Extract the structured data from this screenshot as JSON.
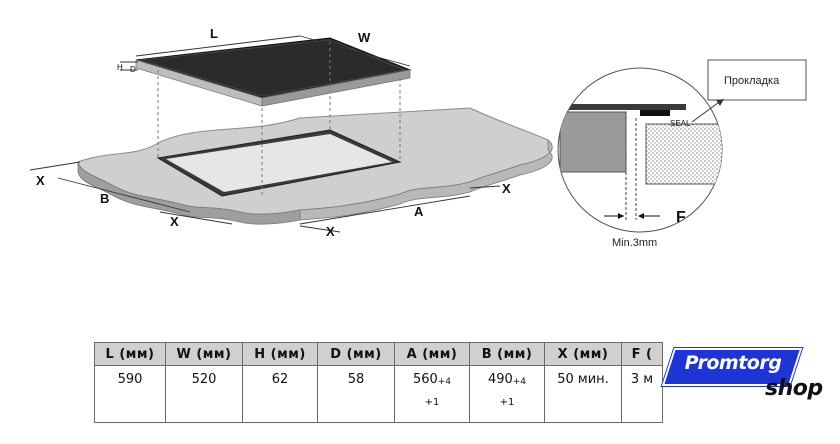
{
  "diagram": {
    "dim_labels": {
      "L": "L",
      "W": "W",
      "H": "H",
      "D": "D",
      "A": "A",
      "B": "B",
      "X": "X",
      "F": "F"
    },
    "callout_label": "Прокладка",
    "seal_label": "SEAL",
    "min_gap_label": "Min.3mm"
  },
  "table": {
    "headers": [
      "L (мм)",
      "W (мм)",
      "H (мм)",
      "D (мм)",
      "A (мм)",
      "B (мм)",
      "X (мм)",
      "F ("
    ],
    "row": {
      "L": "590",
      "W": "520",
      "H": "62",
      "D": "58",
      "A_main": "560",
      "A_sub": "+4",
      "A_line2": "+1",
      "B_main": "490",
      "B_sub": "+4",
      "B_line2": "+1",
      "X": "50 мин.",
      "F": "3 м"
    }
  },
  "logo": {
    "top": "Promtorg",
    "bottom": "shop"
  }
}
